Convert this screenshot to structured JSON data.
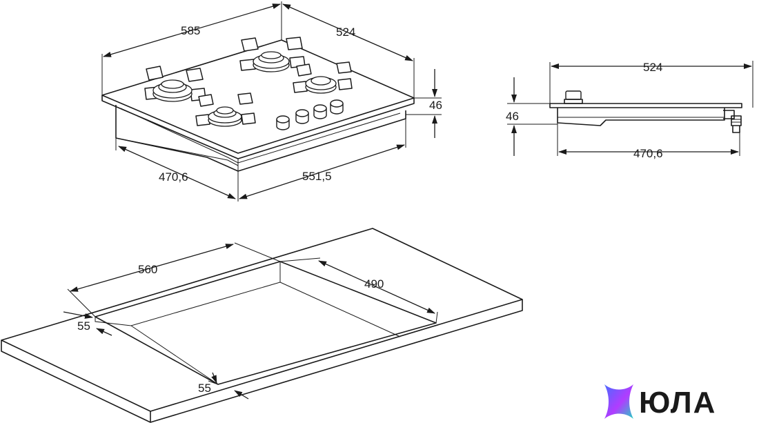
{
  "dimensions": {
    "top_view_width": "585",
    "top_view_depth": "524",
    "top_view_height": "46",
    "top_view_body_depth": "470,6",
    "top_view_body_width": "551,5",
    "side_view_depth": "524",
    "side_view_height": "46",
    "side_view_body_depth": "470,6",
    "cutout_width": "560",
    "cutout_depth": "490",
    "edge_left": "55",
    "edge_front": "55"
  },
  "logo": {
    "text": "ЮЛА",
    "colors": [
      "#4b6bff",
      "#b13cff",
      "#22d1c4"
    ]
  }
}
